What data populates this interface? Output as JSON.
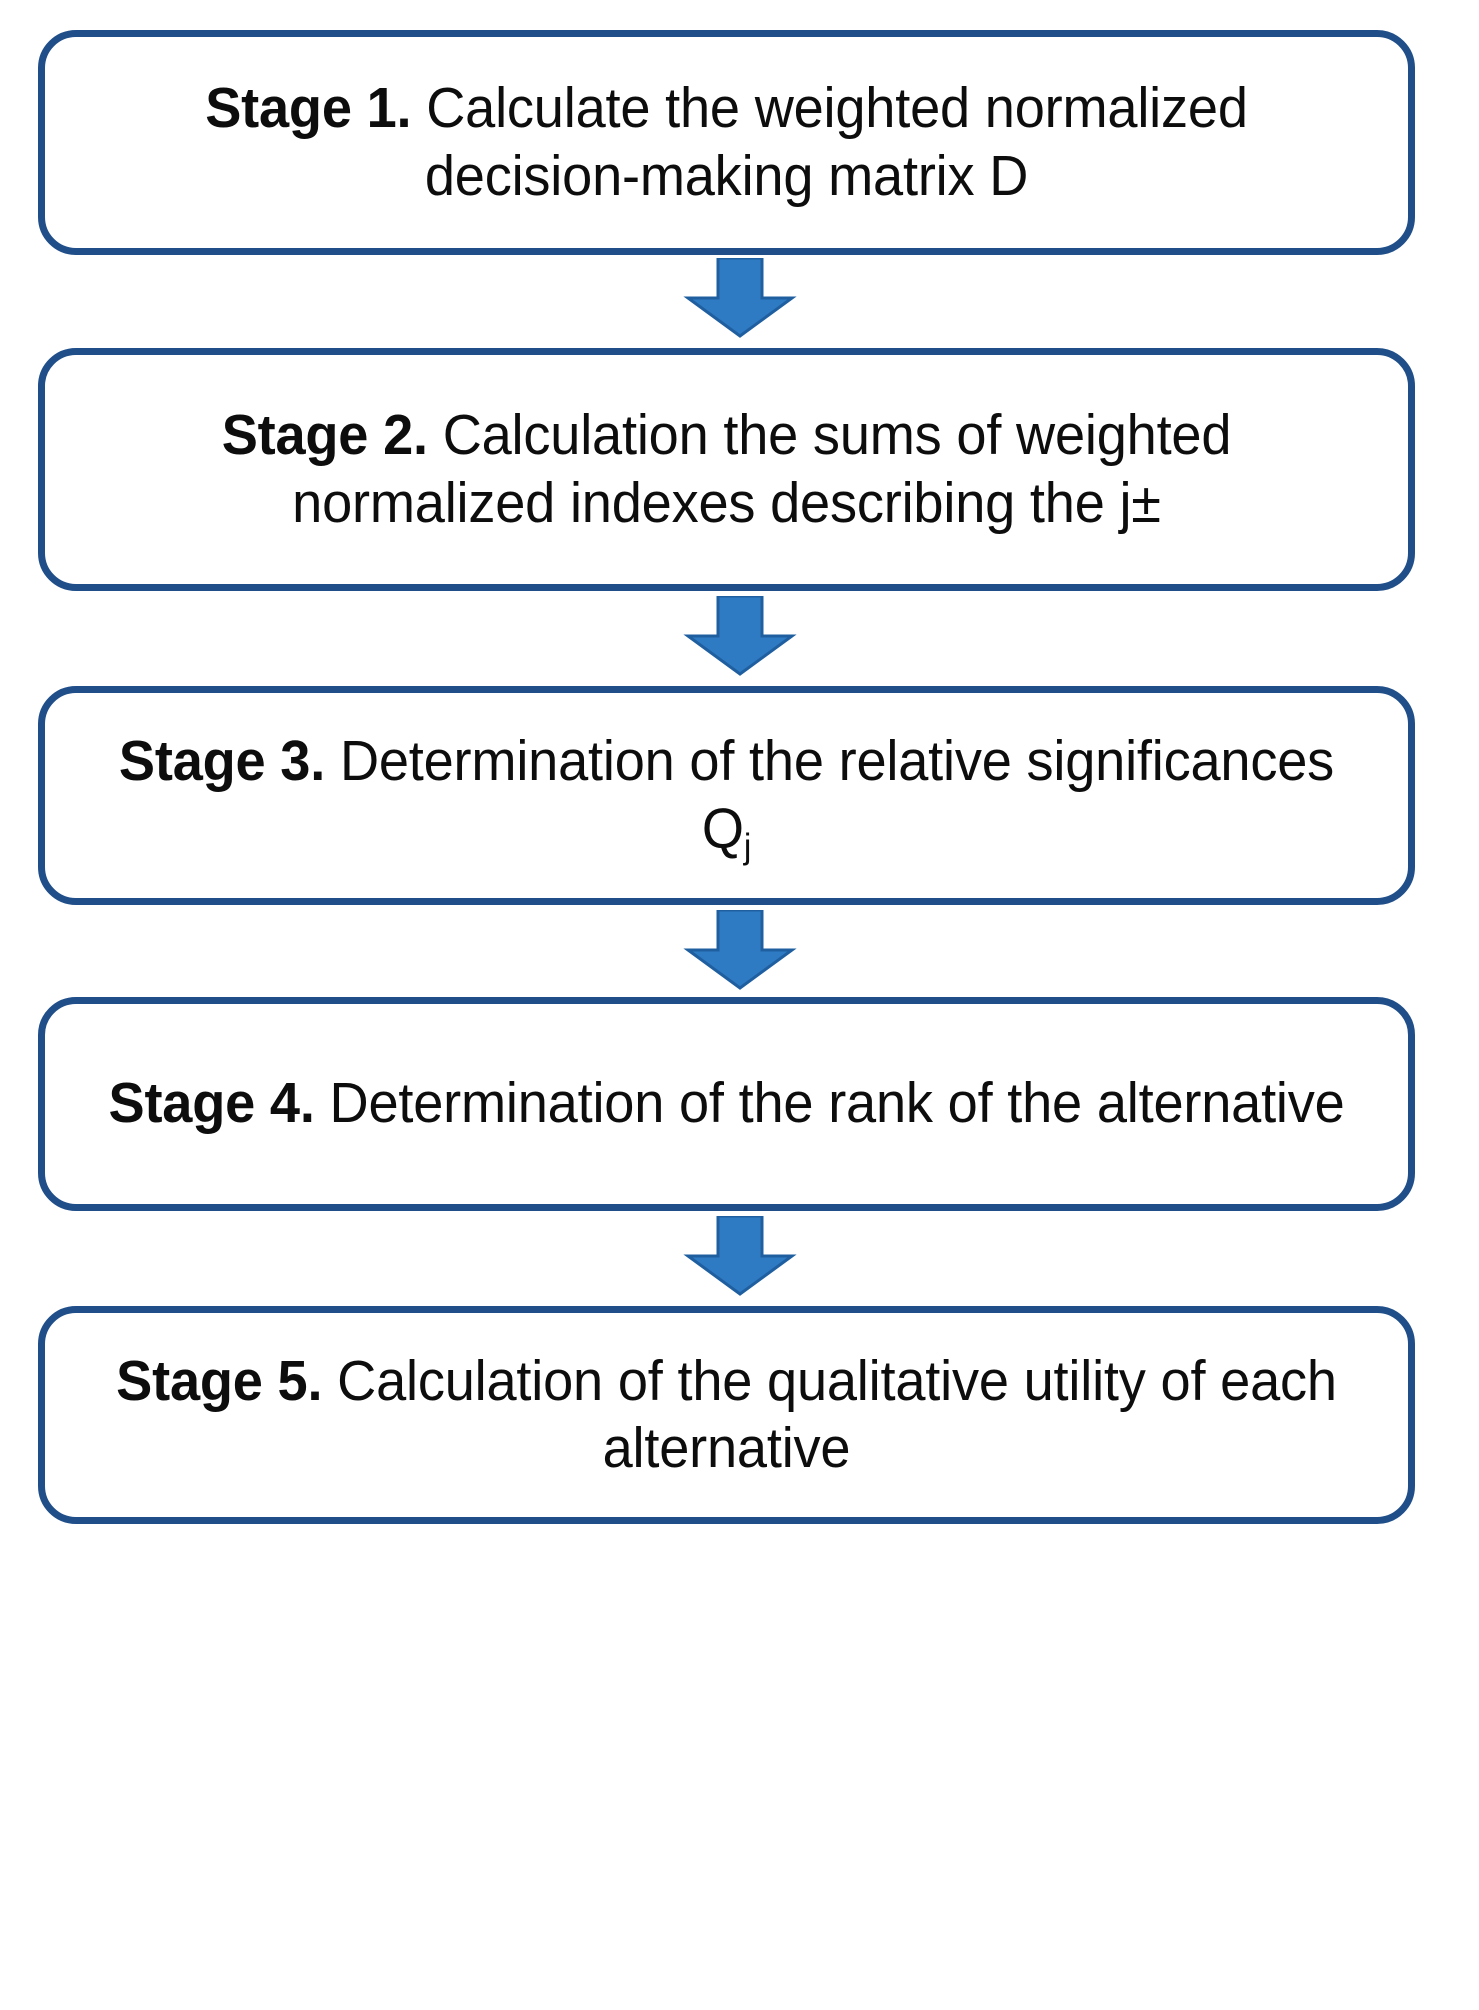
{
  "diagram": {
    "title": "ARAS method calculation stages flowchart",
    "type": "vertical-flowchart",
    "orientation": "top-to-bottom",
    "colors": {
      "box_border": "#1F4E89",
      "box_fill": "#FFFFFF",
      "arrow_fill": "#2E7BC4",
      "arrow_outline": "#1F5FA0",
      "text": "#0D0D0D"
    },
    "stages": [
      {
        "id": "stage-1",
        "label": "Stage 1.",
        "text": "Calculate the weighted normalized decision-making matrix D",
        "full_text": "Stage 1. Calculate the weighted normalized decision-making matrix D"
      },
      {
        "id": "stage-2",
        "label": "Stage 2.",
        "text": "Calculation the sums of weighted normalized indexes describing the j±",
        "full_text": "Stage 2. Calculation the sums of weighted normalized indexes describing the j±"
      },
      {
        "id": "stage-3",
        "label": "Stage 3.",
        "text": "Determination of the relative significances Q",
        "subscript": "j",
        "full_text": "Stage 3. Determination of the relative significances Qj"
      },
      {
        "id": "stage-4",
        "label": "Stage 4.",
        "text": "Determination of the rank of the alternative",
        "full_text": "Stage 4. Determination of the rank of the alternative"
      },
      {
        "id": "stage-5",
        "label": "Stage 5.",
        "text": "Calculation of the qualitative utility of each alternative",
        "full_text": "Stage 5. Calculation of the qualitative utility of each alternative"
      }
    ],
    "connectors": [
      {
        "id": "arrow-1",
        "from": "stage-1",
        "to": "stage-2",
        "icon": "arrow-down-icon"
      },
      {
        "id": "arrow-2",
        "from": "stage-2",
        "to": "stage-3",
        "icon": "arrow-down-icon"
      },
      {
        "id": "arrow-3",
        "from": "stage-3",
        "to": "stage-4",
        "icon": "arrow-down-icon"
      },
      {
        "id": "arrow-4",
        "from": "stage-4",
        "to": "stage-5",
        "icon": "arrow-down-icon"
      }
    ]
  }
}
